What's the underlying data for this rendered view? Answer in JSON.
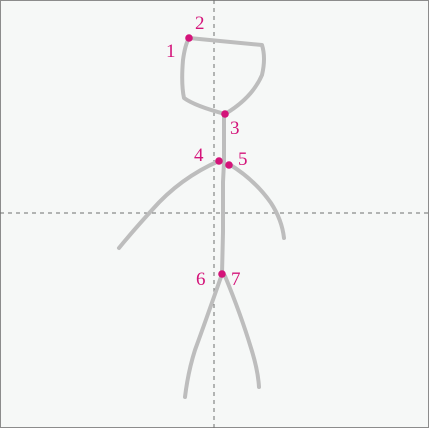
{
  "diagram": {
    "colors": {
      "background": "#f6f8f7",
      "frame": "#8c8c8c",
      "guides": "#6f6f6f",
      "figure": "#bdbdbd",
      "points": "#d4147a"
    },
    "points": [
      {
        "label": "1"
      },
      {
        "label": "2"
      },
      {
        "label": "3"
      },
      {
        "label": "4"
      },
      {
        "label": "5"
      },
      {
        "label": "6"
      },
      {
        "label": "7"
      }
    ]
  }
}
